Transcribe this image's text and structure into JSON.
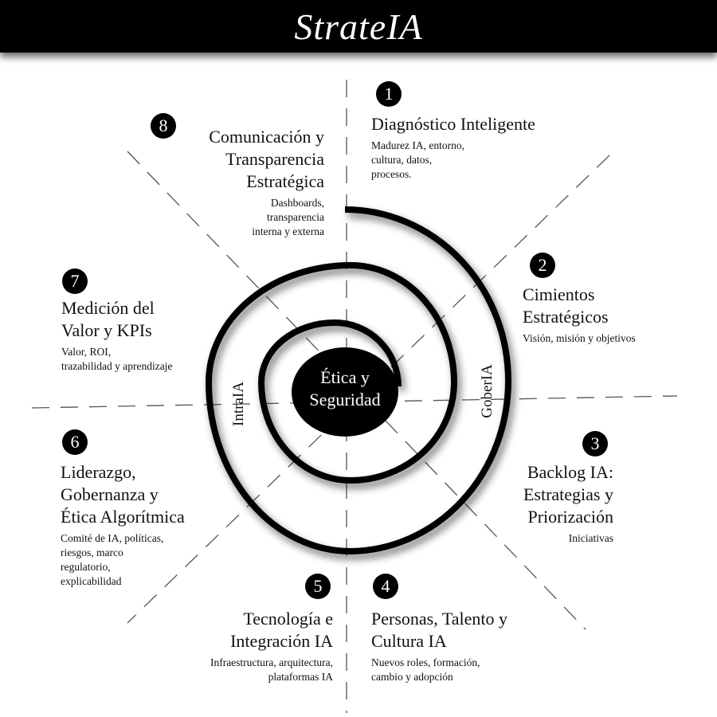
{
  "title": "StrateIA",
  "center": {
    "line1": "Ética y",
    "line2": "Seguridad"
  },
  "spiral_labels": {
    "inner": "IntraIA",
    "outer": "GoberIA"
  },
  "steps": [
    {
      "number": "1",
      "title": [
        "Diagnóstico Inteligente"
      ],
      "desc": [
        "Madurez IA, entorno,",
        "cultura, datos,",
        "procesos."
      ]
    },
    {
      "number": "2",
      "title": [
        "Cimientos",
        "Estratégicos"
      ],
      "desc": [
        "Visión, misión y objetivos"
      ]
    },
    {
      "number": "3",
      "title": [
        "Backlog IA:",
        "Estrategias y",
        "Priorización"
      ],
      "desc": [
        "Iniciativas"
      ]
    },
    {
      "number": "4",
      "title": [
        "Personas, Talento y",
        "Cultura IA"
      ],
      "desc": [
        "Nuevos roles, formación,",
        "cambio y adopción"
      ]
    },
    {
      "number": "5",
      "title": [
        "Tecnología e",
        "Integración IA"
      ],
      "desc": [
        "Infraestructura, arquitectura,",
        "plataformas IA"
      ]
    },
    {
      "number": "6",
      "title": [
        "Liderazgo,",
        "Gobernanza y",
        "Ética Algorítmica"
      ],
      "desc": [
        "Comité de IA, políticas,",
        "riesgos, marco",
        "regulatorio,",
        "explicabilidad"
      ]
    },
    {
      "number": "7",
      "title": [
        "Medición del",
        "Valor y KPIs"
      ],
      "desc": [
        "Valor, ROI,",
        "trazabilidad y aprendizaje"
      ]
    },
    {
      "number": "8",
      "title": [
        "Comunicación y",
        "Transparencia",
        "Estratégica"
      ],
      "desc": [
        "Dashboards,",
        "transparencia",
        "interna y externa"
      ]
    }
  ]
}
